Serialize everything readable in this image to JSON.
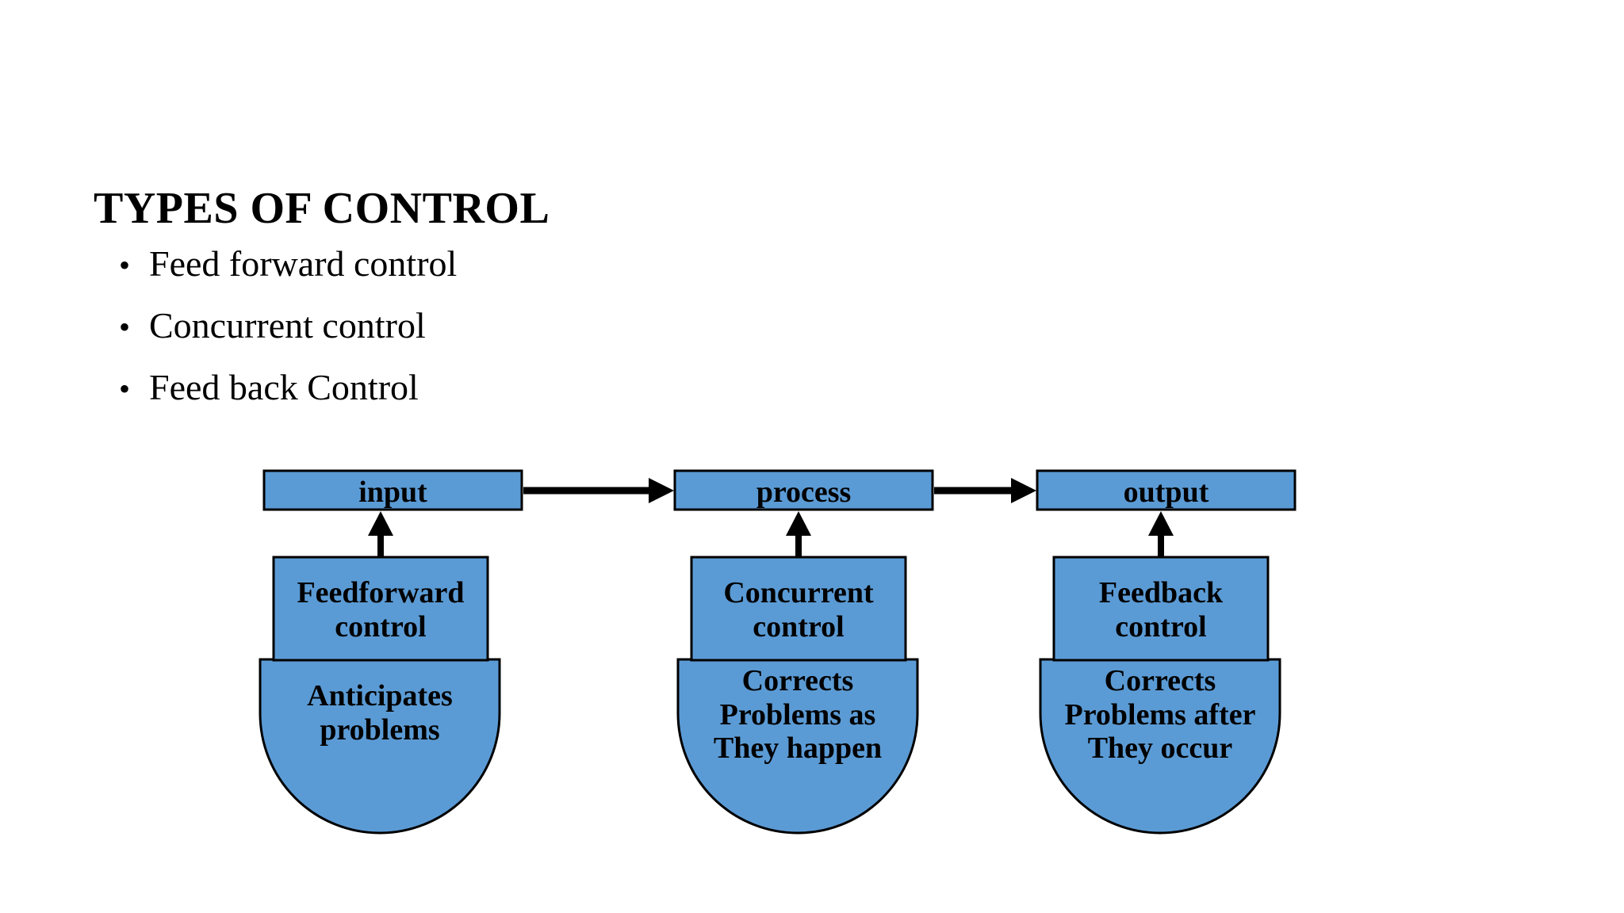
{
  "slide": {
    "title": "TYPES OF CONTROL",
    "background_color": "#FFFFFF",
    "text_color": "#000000"
  },
  "bullets": {
    "marker": "•",
    "items": [
      {
        "text": "Feed forward control"
      },
      {
        "text": "Concurrent control"
      },
      {
        "text": "Feed back Control"
      }
    ]
  },
  "diagram": {
    "shape_fill": "#5B9BD5",
    "shape_stroke": "#000000",
    "arrow_color": "#000000",
    "flow": [
      {
        "label": "input"
      },
      {
        "label": "process"
      },
      {
        "label": "output"
      }
    ],
    "columns": [
      {
        "stage": "input",
        "control": "Feedforward\ncontrol",
        "description": "Anticipates\nproblems"
      },
      {
        "stage": "process",
        "control": "Concurrent\ncontrol",
        "description": "Corrects\nProblems as\nThey happen"
      },
      {
        "stage": "output",
        "control": "Feedback\ncontrol",
        "description": "Corrects\nProblems after\nThey occur"
      }
    ]
  }
}
